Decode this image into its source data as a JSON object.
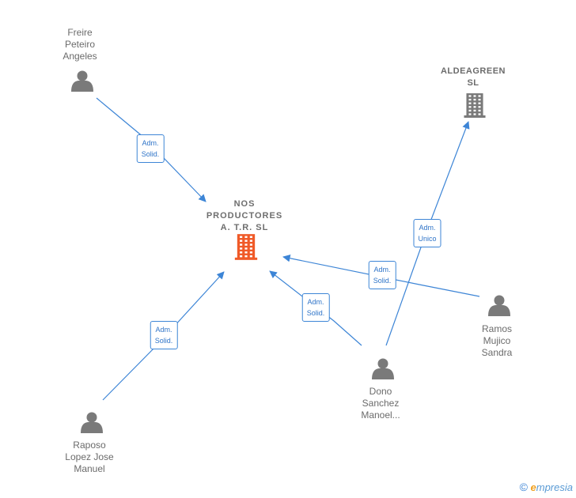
{
  "nodes": [
    {
      "id": "main",
      "type": "company",
      "main": true,
      "lines": [
        "NOS",
        "PRODUCTORES",
        "A. T.R.  SL"
      ],
      "icon": "building-icon",
      "color": "#f05a28"
    },
    {
      "id": "aldea",
      "type": "company",
      "lines": [
        "ALDEAGREEN",
        "SL"
      ],
      "icon": "building-icon",
      "color": "#7a7a7a"
    },
    {
      "id": "freire",
      "type": "person",
      "lines": [
        "Freire",
        "Peteiro",
        "Angeles"
      ],
      "icon": "person-icon",
      "color": "#7a7a7a"
    },
    {
      "id": "raposo",
      "type": "person",
      "lines": [
        "Raposo",
        "Lopez Jose",
        "Manuel"
      ],
      "icon": "person-icon",
      "color": "#7a7a7a"
    },
    {
      "id": "dono",
      "type": "person",
      "lines": [
        "Dono",
        "Sanchez",
        "Manoel..."
      ],
      "icon": "person-icon",
      "color": "#7a7a7a"
    },
    {
      "id": "ramos",
      "type": "person",
      "lines": [
        "Ramos",
        "Mujico",
        "Sandra"
      ],
      "icon": "person-icon",
      "color": "#7a7a7a"
    }
  ],
  "edges": [
    {
      "from": "freire",
      "to": "main",
      "label": [
        "Adm.",
        "Solid."
      ]
    },
    {
      "from": "raposo",
      "to": "main",
      "label": [
        "Adm.",
        "Solid."
      ]
    },
    {
      "from": "dono",
      "to": "main",
      "label": [
        "Adm.",
        "Solid."
      ]
    },
    {
      "from": "ramos",
      "to": "main",
      "label": [
        "Adm.",
        "Solid."
      ]
    },
    {
      "from": "dono",
      "to": "aldea",
      "label": [
        "Adm.",
        "Unico"
      ]
    }
  ],
  "colors": {
    "edge": "#3d85d6",
    "edge_text": "#2f74c8"
  },
  "watermark": {
    "symbol": "©",
    "initial": "e",
    "rest": "mpresia"
  }
}
